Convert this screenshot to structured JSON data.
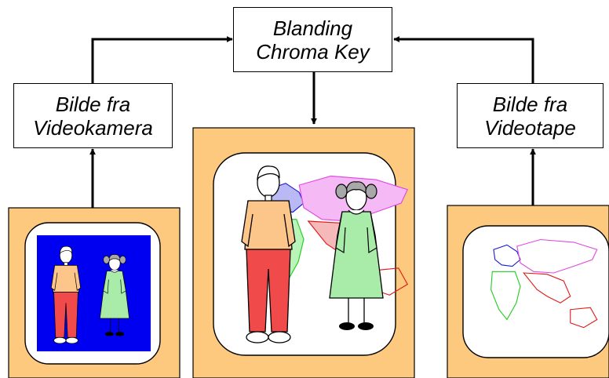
{
  "boxes": {
    "top": {
      "line1": "Blanding",
      "line2": "Chroma Key"
    },
    "left": {
      "line1": "Bilde fra",
      "line2": "Videokamera"
    },
    "right": {
      "line1": "Bilde fra",
      "line2": "Videotape"
    }
  },
  "colors": {
    "frame_fill": "#fcc97f",
    "screen_bg_camera": "#0000f0",
    "shirt": "#fcc68a",
    "pants": "#f04a4a",
    "dress": "#a9ecaa",
    "europe": "#1a1ad6",
    "asia": "#e04ae0",
    "africa": "#22cc22",
    "southasia": "#e01a1a"
  }
}
